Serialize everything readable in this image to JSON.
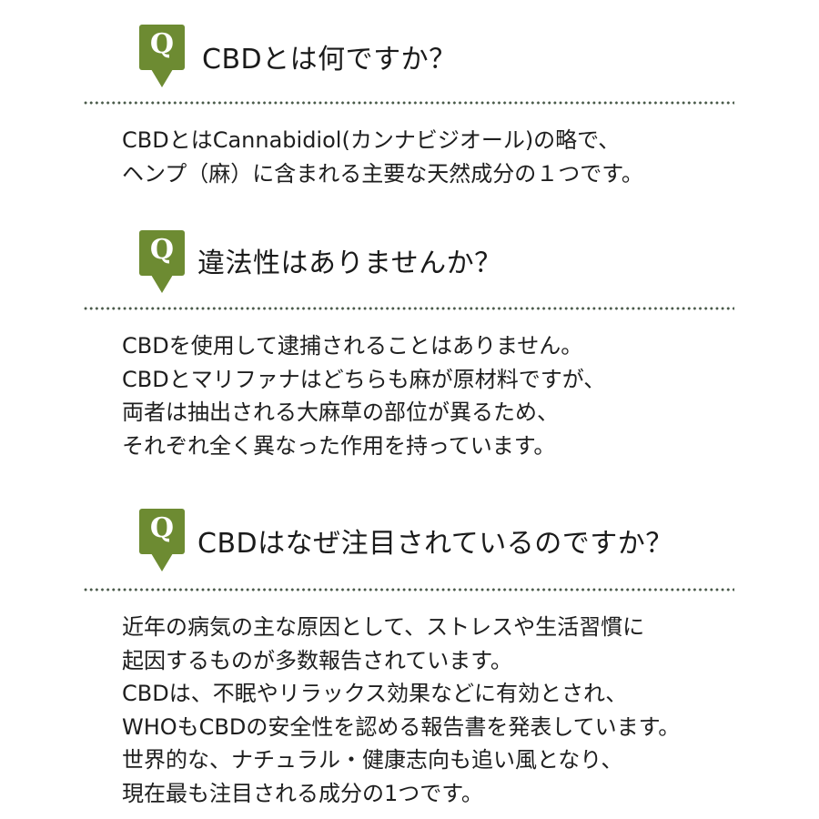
{
  "faq": [
    {
      "badge": "Q",
      "question": "CBDとは何ですか？",
      "answer_lines": [
        "CBDとはCannabidiol(カンナビジオール)の略で、",
        "ヘンプ（麻）に含まれる主要な天然成分の１つです。"
      ]
    },
    {
      "badge": "Q",
      "question": "違法性はありませんか？",
      "answer_lines": [
        "CBDを使用して逮捕されることはありません。",
        "CBDとマリファナはどちらも麻が原材料ですが、",
        "両者は抽出される大麻草の部位が異るため、",
        "それぞれ全く異なった作用を持っています。"
      ]
    },
    {
      "badge": "Q",
      "question": "CBDはなぜ注目されているのですか？",
      "answer_lines": [
        "近年の病気の主な原因として、ストレスや生活習慣に",
        "起因するものが多数報告されています。",
        "CBDは、不眠やリラックス効果などに有効とされ、",
        "WHOもCBDの安全性を認める報告書を発表しています。",
        "世界的な、ナチュラル・健康志向も追い風となり、",
        "現在最も注目される成分の1つです。"
      ]
    }
  ],
  "colors": {
    "badge": "#6d8b32",
    "text": "#1e1e1e",
    "divider_dots": "#4a5a4a"
  }
}
